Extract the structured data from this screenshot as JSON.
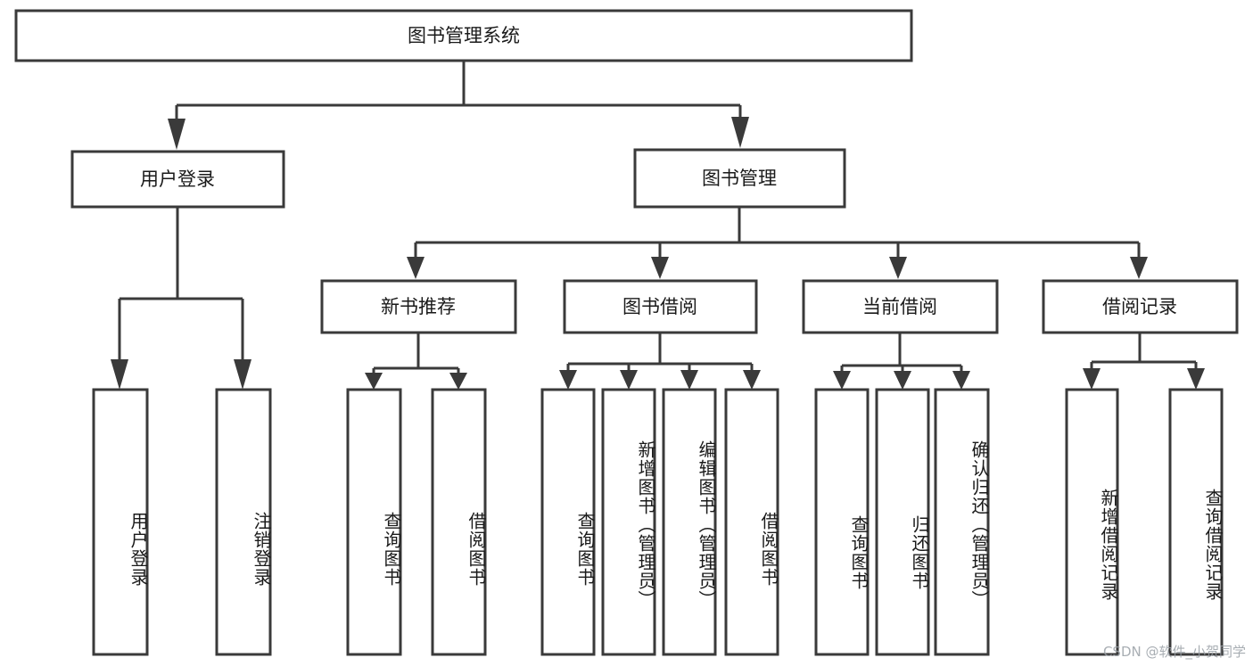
{
  "diagram": {
    "type": "tree-hierarchy",
    "orientation": "top-down",
    "root": {
      "label": "图书管理系统"
    },
    "level1": [
      {
        "label": "用户登录"
      },
      {
        "label": "图书管理"
      }
    ],
    "level2": [
      {
        "label": "新书推荐",
        "parent": "图书管理"
      },
      {
        "label": "图书借阅",
        "parent": "图书管理"
      },
      {
        "label": "当前借阅",
        "parent": "图书管理"
      },
      {
        "label": "借阅记录",
        "parent": "图书管理"
      }
    ],
    "leaves": {
      "user_login": [
        "用户登录",
        "注销登录"
      ],
      "new_book_recommend": [
        "查询图书",
        "借阅图书"
      ],
      "book_borrow": [
        "查询图书",
        "新增图书（管理员）",
        "编辑图书（管理员）",
        "借阅图书"
      ],
      "current_borrow": [
        "查询图书",
        "归还图书",
        "确认归还（管理员）"
      ],
      "borrow_record": [
        "新增借阅记录",
        "查询借阅记录"
      ]
    },
    "colors": {
      "stroke": "#3a3a3a",
      "box_fill": "#ffffff",
      "text": "#1a1a1a",
      "background": "#ffffff",
      "watermark": "#9aa0a6"
    }
  },
  "watermark": {
    "text": "CSDN @软件_小贺同学"
  }
}
